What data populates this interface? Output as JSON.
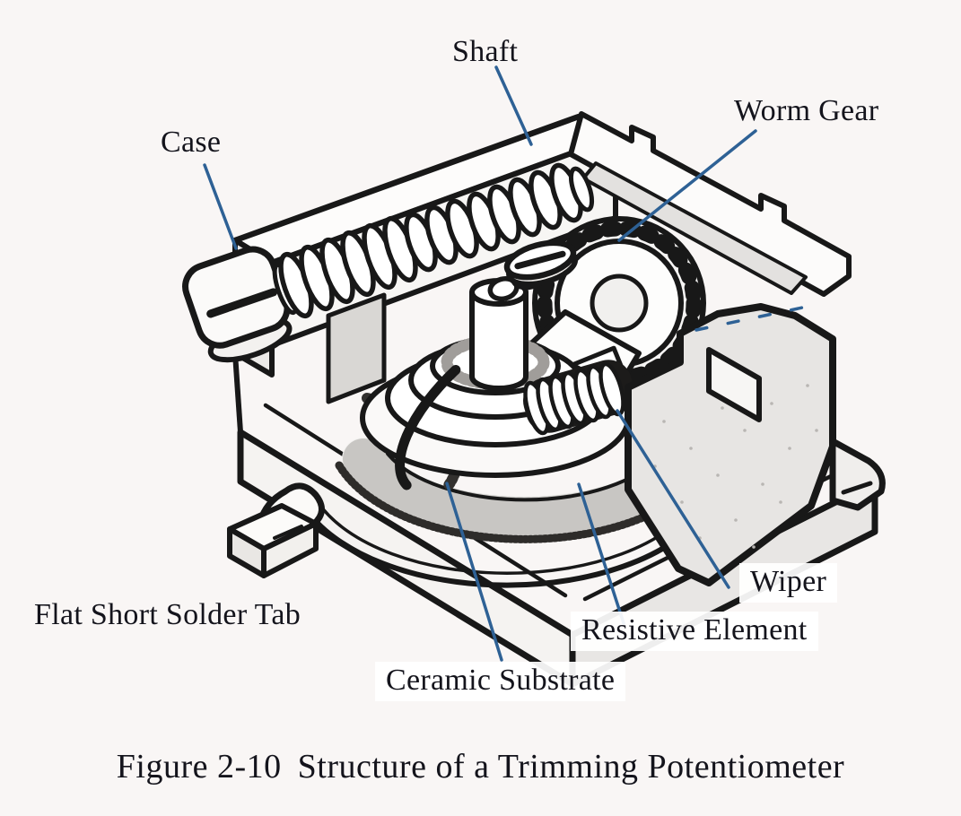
{
  "figure": {
    "caption_number": "Figure 2-10",
    "caption_title": "Structure of a Trimming Potentiometer"
  },
  "labels": {
    "shaft": "Shaft",
    "worm_gear": "Worm Gear",
    "case": "Case",
    "flat_short_solder_tab": "Flat Short Solder Tab",
    "wiper": "Wiper",
    "resistive_element": "Resistive Element",
    "ceramic_substrate": "Ceramic Substrate"
  },
  "diagram_parts": [
    "case",
    "shaft",
    "worm-gear",
    "rotor",
    "wiper-spring",
    "resistive-element-track",
    "ceramic-substrate-disc",
    "flat-short-solder-tab",
    "adjustment-screw-head"
  ],
  "colors": {
    "background": "#f9f6f5",
    "ink": "#181818",
    "leader_line": "#2e6195",
    "label_text": "#14141c"
  }
}
